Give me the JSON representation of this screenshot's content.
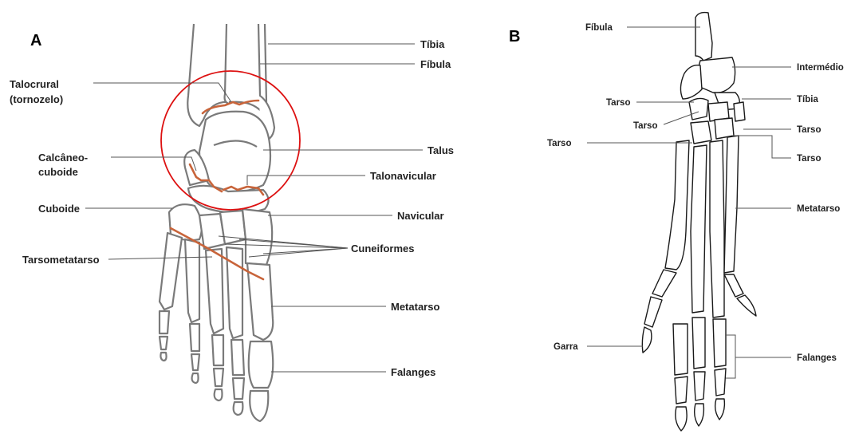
{
  "panels": {
    "a": "A",
    "b": "B"
  },
  "colors": {
    "joint_lines": "#c8643a",
    "highlight_circle": "#dd1111",
    "bone_outline_a": "#7a7a7a",
    "bone_outline_b": "#1a1a1a"
  },
  "figure_a": {
    "labels": {
      "tibia": "Tíbia",
      "fibula": "Fíbula",
      "talocrural_1": "Talocrural",
      "talocrural_2": "(tornozelo)",
      "talus": "Talus",
      "calcaneo_1": "Calcâneo-",
      "calcaneo_2": "cuboide",
      "talonavicular": "Talonavicular",
      "cuboide": "Cuboide",
      "navicular": "Navicular",
      "cuneiformes": "Cuneiformes",
      "tarsometatarso": "Tarsometatarso",
      "metatarso": "Metatarso",
      "falanges": "Falanges"
    }
  },
  "figure_b": {
    "labels": {
      "fibula": "Fíbula",
      "intermedio": "Intermédio",
      "tarso_1": "Tarso",
      "tibia": "Tíbia",
      "tarso_2": "Tarso",
      "tarso_3": "Tarso",
      "tarso_4": "Tarso",
      "tarso_5": "Tarso",
      "metatarso": "Metatarso",
      "garra": "Garra",
      "falanges": "Falanges"
    }
  }
}
